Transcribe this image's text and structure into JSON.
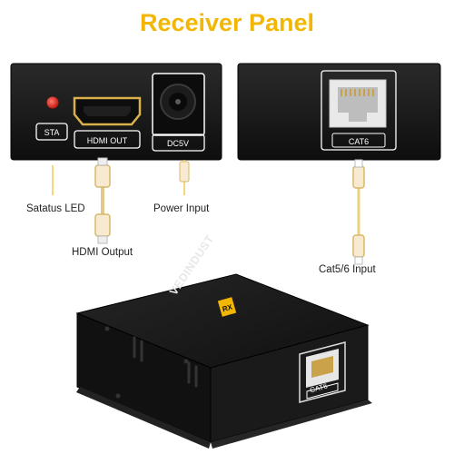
{
  "title": "Receiver Panel",
  "panels": {
    "left": {
      "sta_label": "STA",
      "hdmi_out_label": "HDMI OUT",
      "dc_label": "DC5V"
    },
    "right": {
      "cat6_label": "CAT6"
    }
  },
  "callouts": {
    "status_led": "Satatus LED",
    "hdmi_output": "HDMI Output",
    "power_input": "Power Input",
    "cat_input": "Cat5/6  Input"
  },
  "device": {
    "brand": "VEDINDUST",
    "rx_badge": "RX",
    "port_label": "CAT6"
  },
  "colors": {
    "accent": "#f2b705",
    "panel": "#161616",
    "led": "#e0261b",
    "gold": "#c8a24a"
  }
}
